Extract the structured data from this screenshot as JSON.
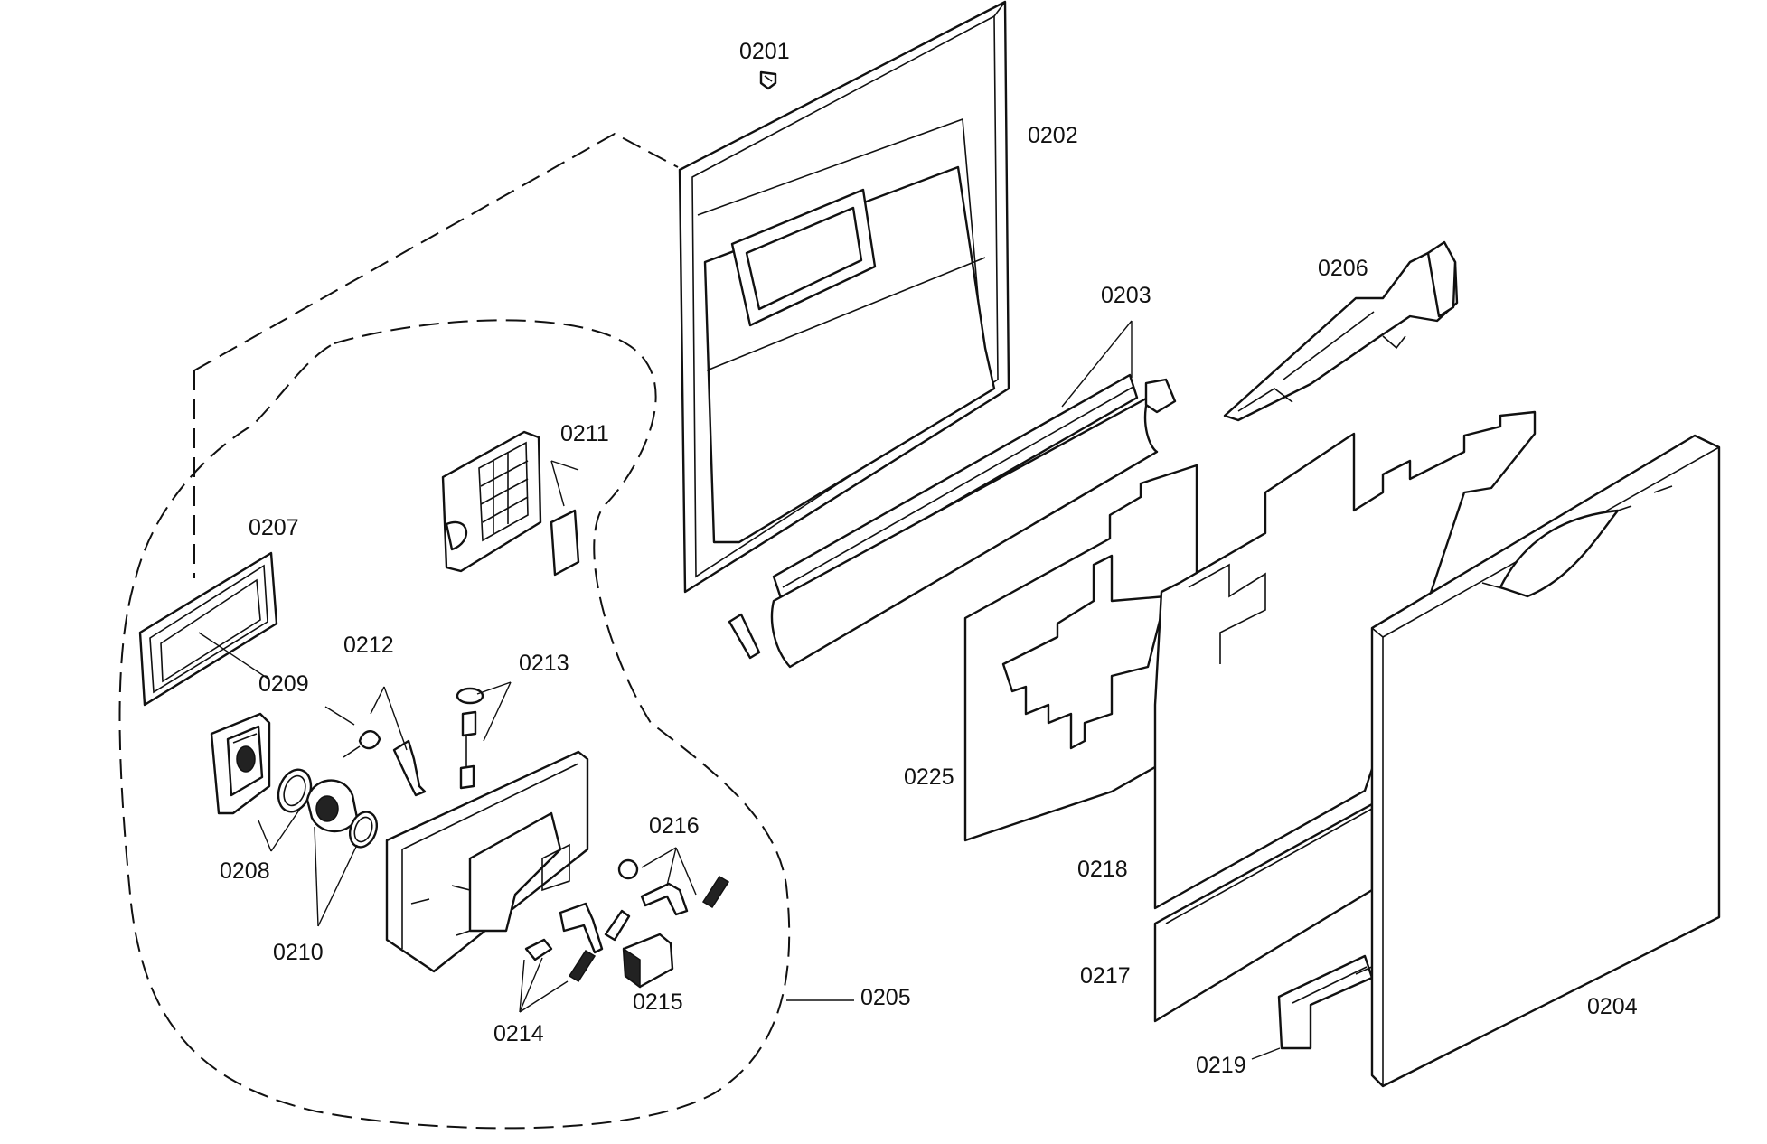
{
  "labels": {
    "p0201": "0201",
    "p0202": "0202",
    "p0203": "0203",
    "p0204": "0204",
    "p0205": "0205",
    "p0206": "0206",
    "p0207": "0207",
    "p0208": "0208",
    "p0209": "0209",
    "p0210": "0210",
    "p0211": "0211",
    "p0212": "0212",
    "p0213": "0213",
    "p0214": "0214",
    "p0215": "0215",
    "p0216": "0216",
    "p0217": "0217",
    "p0218": "0218",
    "p0219": "0219",
    "p0225": "0225"
  }
}
